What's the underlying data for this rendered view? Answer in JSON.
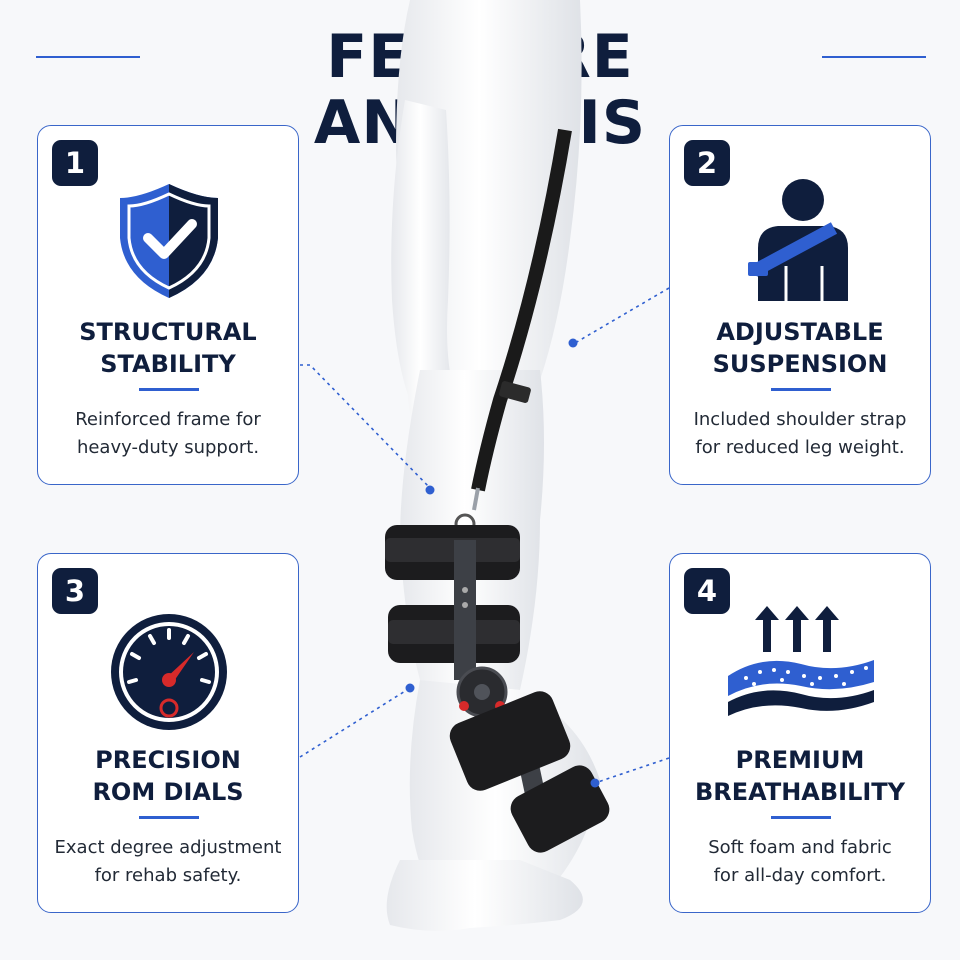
{
  "title": "FEATURE ANALYSIS",
  "colors": {
    "navy": "#0f1e3d",
    "accent": "#2f5fd0",
    "accent_light": "#3a66c9",
    "dial_red": "#d72a2a"
  },
  "features": [
    {
      "number": "1",
      "icon": "shield-check-icon",
      "heading_line1": "STRUCTURAL",
      "heading_line2": "STABILITY",
      "desc_line1": "Reinforced frame for",
      "desc_line2": "heavy-duty support."
    },
    {
      "number": "2",
      "icon": "shoulder-strap-person-icon",
      "heading_line1": "ADJUSTABLE",
      "heading_line2": "SUSPENSION",
      "desc_line1": "Included shoulder strap",
      "desc_line2": "for reduced leg weight."
    },
    {
      "number": "3",
      "icon": "dial-gauge-icon",
      "heading_line1": "PRECISION",
      "heading_line2": "ROM DIALS",
      "desc_line1": "Exact degree adjustment",
      "desc_line2": "for rehab safety."
    },
    {
      "number": "4",
      "icon": "breathable-foam-icon",
      "heading_line1": "PREMIUM",
      "heading_line2": "BREATHABILITY",
      "desc_line1": "Soft foam and fabric",
      "desc_line2": "for all-day comfort."
    }
  ]
}
